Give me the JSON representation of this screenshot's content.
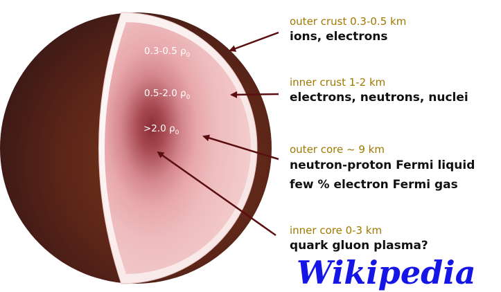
{
  "zones": [
    {
      "main": "0.3-0.5 ρ",
      "sub": "0"
    },
    {
      "main": "0.5-2.0 ρ",
      "sub": "0"
    },
    {
      "main": ">2.0 ρ",
      "sub": "0"
    }
  ],
  "annotations": [
    {
      "layer": "outer crust 0.3-0.5 km",
      "content": [
        "ions, electrons"
      ]
    },
    {
      "layer": "inner crust 1-2 km",
      "content": [
        "electrons, neutrons, nuclei"
      ]
    },
    {
      "layer": "outer core ~ 9 km",
      "content": [
        "neutron-proton Fermi liquid",
        "few % electron Fermi gas"
      ]
    },
    {
      "layer": "inner core 0-3 km",
      "content": [
        "quark gluon plasma?"
      ]
    }
  ],
  "watermark": "Wikipedia",
  "colors": {
    "sphere_dark": "#3a1a1a",
    "sphere_highlight": "#7a3a18",
    "crust": "#f6dede",
    "mantle": "#e8a8ac",
    "core": "#8a2e36",
    "arrow": "#5a0e10",
    "layer_name": "#a07800",
    "watermark": "#1515e6"
  }
}
